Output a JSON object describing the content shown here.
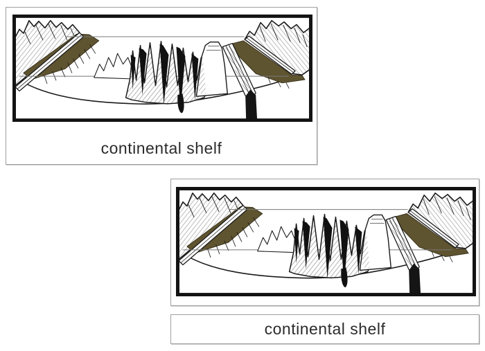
{
  "page": {
    "background": "#ffffff"
  },
  "colors": {
    "shelf_highlight": "#5f5430",
    "card_border": "#9f9f9f",
    "frame": "#131313",
    "ink": "#1a1a1a",
    "label_text": "#2b2b2b",
    "guide_line": "#787878"
  },
  "cards": {
    "control": {
      "label": "continental shelf"
    },
    "picture": {
      "illustration": "ocean-floor-cross-section"
    },
    "label_card": {
      "label": "continental shelf"
    }
  },
  "illustration": {
    "name": "ocean-floor-cross-section",
    "highlighted_feature": "continental shelf",
    "shelf_color": "#5f5430"
  }
}
